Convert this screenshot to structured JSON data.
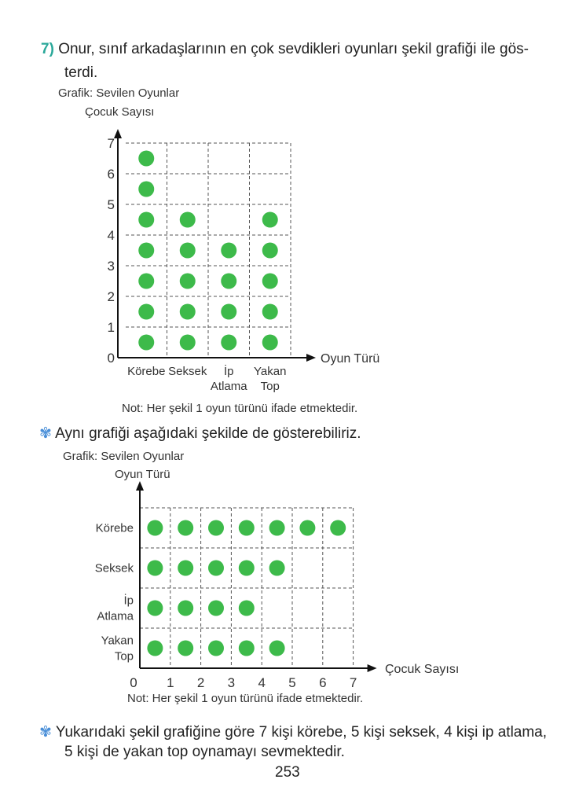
{
  "question": {
    "number": "7)",
    "line1": "Onur, sınıf arkadaşlarının en çok sevdikleri oyunları şekil grafiği ile gös-",
    "line2": "terdi."
  },
  "note_text": "Aynı grafiği aşağıdaki şekilde de gösterebiliriz.",
  "summary": {
    "line1": "Yukarıdaki şekil grafiğine göre 7 kişi körebe, 5 kişi seksek, 4 kişi ip atlama,",
    "line2": "5 kişi de yakan top oynamayı sevmektedir."
  },
  "page_number": "253",
  "colors": {
    "dot": "#3dba4a",
    "accent": "#2aa89a"
  },
  "chart_data": [
    {
      "type": "pictograph-vertical",
      "title": "Grafik: Sevilen Oyunlar",
      "ylabel": "Çocuk Sayısı",
      "xlabel": "Oyun Türü",
      "categories": [
        "Körebe",
        "Seksek",
        "İp Atlama",
        "Yakan Top"
      ],
      "category_lines": [
        [
          "Körebe"
        ],
        [
          "Seksek"
        ],
        [
          "İp",
          "Atlama"
        ],
        [
          "Yakan",
          "Top"
        ]
      ],
      "values": [
        7,
        5,
        4,
        5
      ],
      "yticks": [
        "0",
        "1",
        "2",
        "3",
        "4",
        "5",
        "6",
        "7"
      ],
      "ylim": [
        0,
        7
      ],
      "grid": true,
      "note": "Not: Her şekil 1 oyun türünü ifade etmektedir."
    },
    {
      "type": "pictograph-horizontal",
      "title": "Grafik: Sevilen Oyunlar",
      "ylabel": "Oyun Türü",
      "xlabel": "Çocuk Sayısı",
      "categories": [
        "Körebe",
        "Seksek",
        "İp Atlama",
        "Yakan Top"
      ],
      "category_lines": [
        [
          "Körebe"
        ],
        [
          "Seksek"
        ],
        [
          "İp",
          "Atlama"
        ],
        [
          "Yakan",
          "Top"
        ]
      ],
      "values": [
        7,
        5,
        4,
        5
      ],
      "xticks": [
        "0",
        "1",
        "2",
        "3",
        "4",
        "5",
        "6",
        "7"
      ],
      "xlim": [
        0,
        7
      ],
      "grid": true,
      "note": "Not: Her şekil 1 oyun türünü ifade etmektedir."
    }
  ]
}
